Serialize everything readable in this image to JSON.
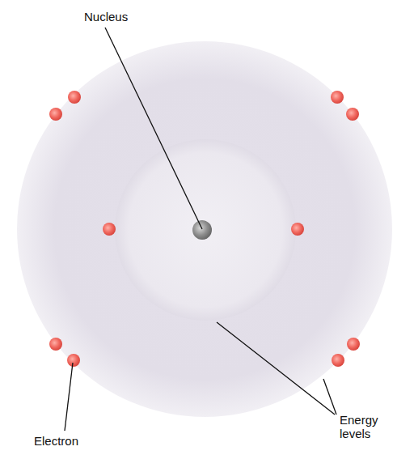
{
  "diagram": {
    "labels": [
      "Nucleus",
      "Electron",
      "Energy levels"
    ]
  }
}
